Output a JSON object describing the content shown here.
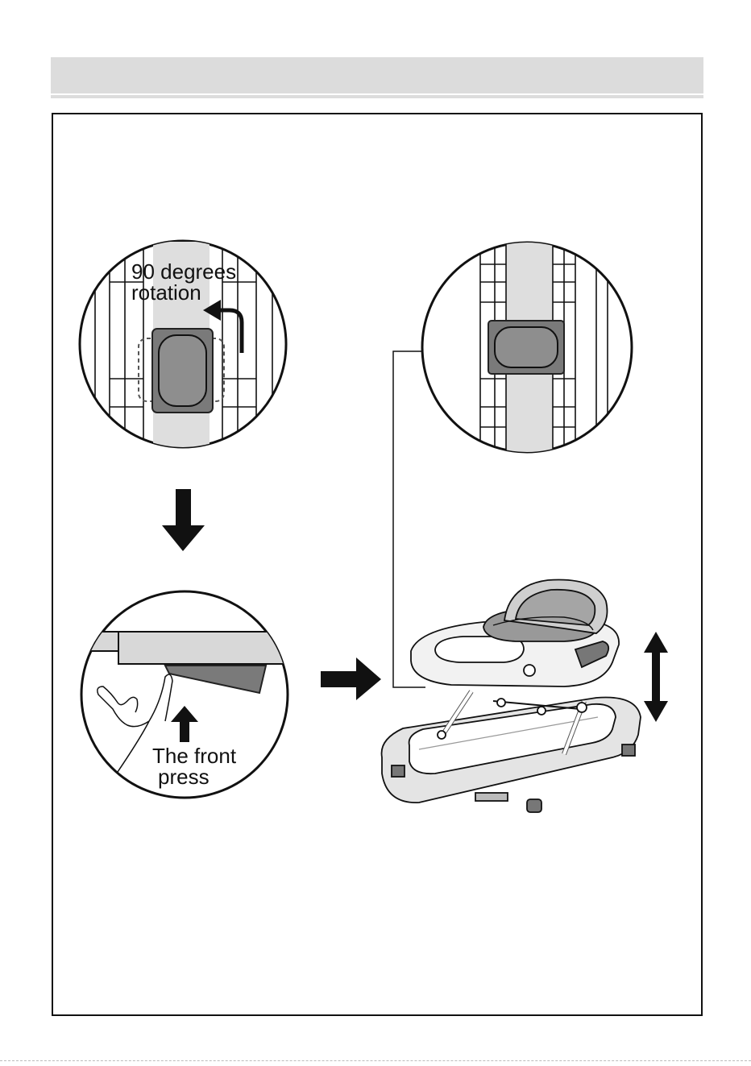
{
  "labels": {
    "rotation_line1": "90 degrees",
    "rotation_line2": "rotation",
    "press_line1": "The front",
    "press_line2": "press"
  }
}
